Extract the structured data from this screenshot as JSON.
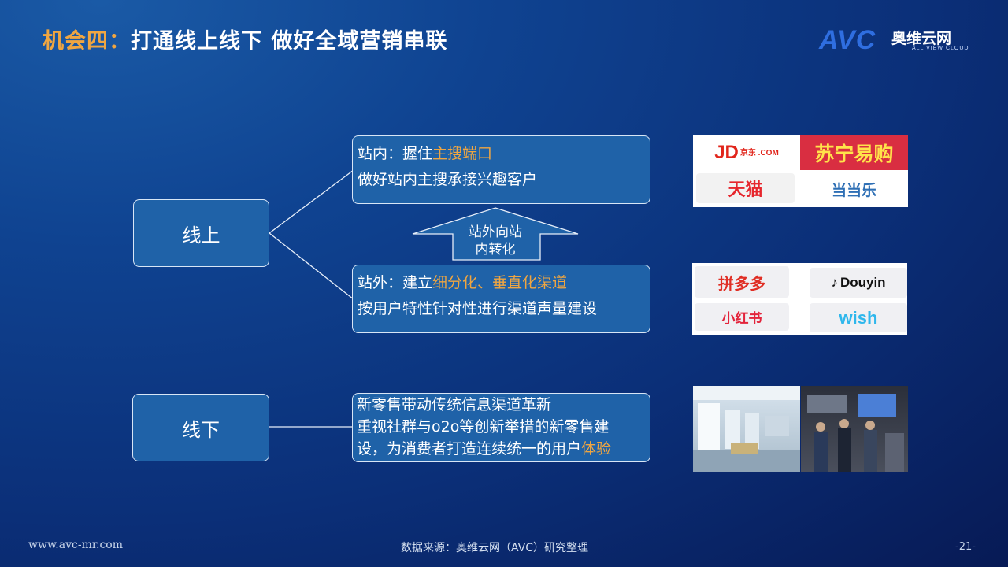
{
  "title": {
    "accent": "机会四：",
    "main": "打通线上线下  做好全域营销串联"
  },
  "logo": {
    "brand": "AVC",
    "cn": "奥维云网",
    "en": "ALL VIEW CLOUD"
  },
  "nodes": {
    "online": "线上",
    "offline": "线下"
  },
  "box_top": {
    "l1_prefix": "站内：握住",
    "l1_hl": "主搜端口",
    "l2": "做好站内主搜承接兴趣客户"
  },
  "arrow": {
    "l1": "站外向站",
    "l2": "内转化"
  },
  "box_mid": {
    "l1_prefix": "站外：建立",
    "l1_hl": "细分化、垂直化渠道",
    "l2": "按用户特性针对性进行渠道声量建设"
  },
  "box_bot": {
    "l1": "新零售带动传统信息渠道革新",
    "l2": "重视社群与o2o等创新举措的新零售建",
    "l3_prefix": "设，为消费者打造连续统一的用户",
    "l3_hl": "体验"
  },
  "platforms_1": {
    "jd": "JD",
    "jd_small": "京东 .COM",
    "suning": "苏宁易购",
    "tmall": "天猫",
    "dangdang": "当当乐"
  },
  "platforms_2": {
    "pdd": "拼多多",
    "douyin": "Douyin",
    "xhs": "小红书",
    "wish": "wish"
  },
  "footer": {
    "url": "www.avc-mr.com",
    "source": "数据来源：奥维云网（AVC）研究整理",
    "page": "-21-"
  },
  "colors": {
    "accent": "#f0a641",
    "node_fill": "#1f62a8",
    "border": "#d8e6f6"
  }
}
